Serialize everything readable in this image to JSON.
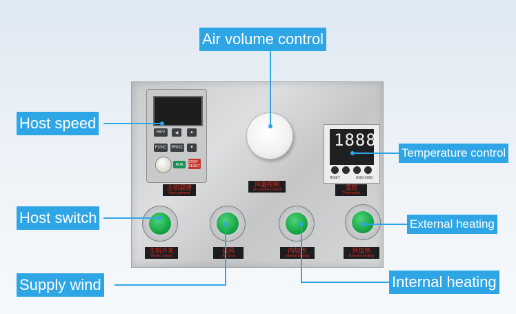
{
  "colors": {
    "callout": "#2ea6e6",
    "button_green": "#17a845",
    "tag_text": "#e52b1f"
  },
  "callouts": {
    "air_volume": "Air volume control",
    "host_speed": "Host speed",
    "temperature": "Temperature control",
    "host_switch": "Host switch",
    "external_heating": "External heating",
    "supply_wind": "Supply wind",
    "internal_heating": "Internal heating"
  },
  "vfd": {
    "keys": {
      "rev": "REV",
      "func": "FUNC",
      "proc": "PROC",
      "run": "RUN",
      "stop": "STOP RESET"
    }
  },
  "temp_controller": {
    "display": "1888",
    "reset": "RISET",
    "model": "NGG-5000"
  },
  "tags": {
    "host_gov": {
      "cn": "主机调速",
      "en": "Host governor"
    },
    "air_vol": {
      "cn": "风量控制",
      "en": "Air volume control"
    },
    "temp": {
      "cn": "温控",
      "en": "Thermostat"
    },
    "host_sw": {
      "cn": "主机开关",
      "en": "Master switch"
    },
    "wind": {
      "cn": "送风",
      "en": "Air wind"
    },
    "internal": {
      "cn": "内加热",
      "en": "Internal heating"
    },
    "external": {
      "cn": "外加热",
      "en": "External heating"
    }
  }
}
